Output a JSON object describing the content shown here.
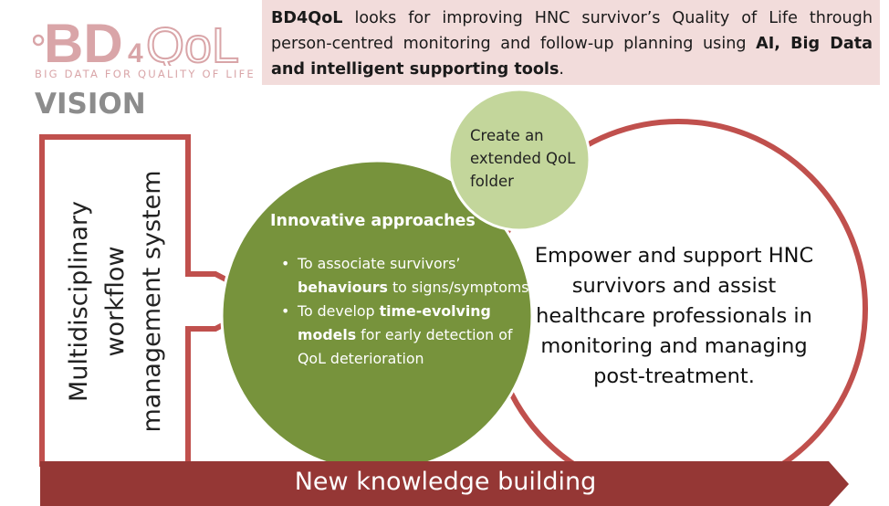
{
  "logo": {
    "wordmark_left": "BD",
    "wordmark_four": "4",
    "wordmark_right": "QoL",
    "tagline": "BIG DATA FOR QUALITY OF LIFE",
    "color": "#d9a5a8"
  },
  "section_title": "VISION",
  "intro": {
    "lead": "BD4QoL",
    "text": " looks for improving HNC survivor’s Quality of Life through person-centred monitoring and follow-up planning using ",
    "emphasis": "AI, Big Data and intelligent supporting tools",
    "end": ".",
    "background": "#f2dcdb"
  },
  "workflow": {
    "line1": "Multidisciplinary",
    "line2": "workflow",
    "line3": "management system",
    "color": "#c0504d"
  },
  "innovative": {
    "title": "Innovative approaches",
    "fill": "#77933c",
    "items": [
      {
        "pre": "To associate survivors’ ",
        "bold": "behaviours",
        "post": " to signs/symptoms"
      },
      {
        "pre": "To develop ",
        "bold": "time-evolving models",
        "post": " for early detection of QoL deterioration"
      }
    ]
  },
  "folder": {
    "text": "Create an extended QoL folder",
    "fill": "#c3d69b"
  },
  "empower": {
    "text": "Empower and support HNC survivors and assist healthcare professionals in monitoring and managing post-treatment.",
    "stroke": "#c0504d"
  },
  "knowledge": {
    "label": "New knowledge building",
    "fill": "#953735"
  }
}
